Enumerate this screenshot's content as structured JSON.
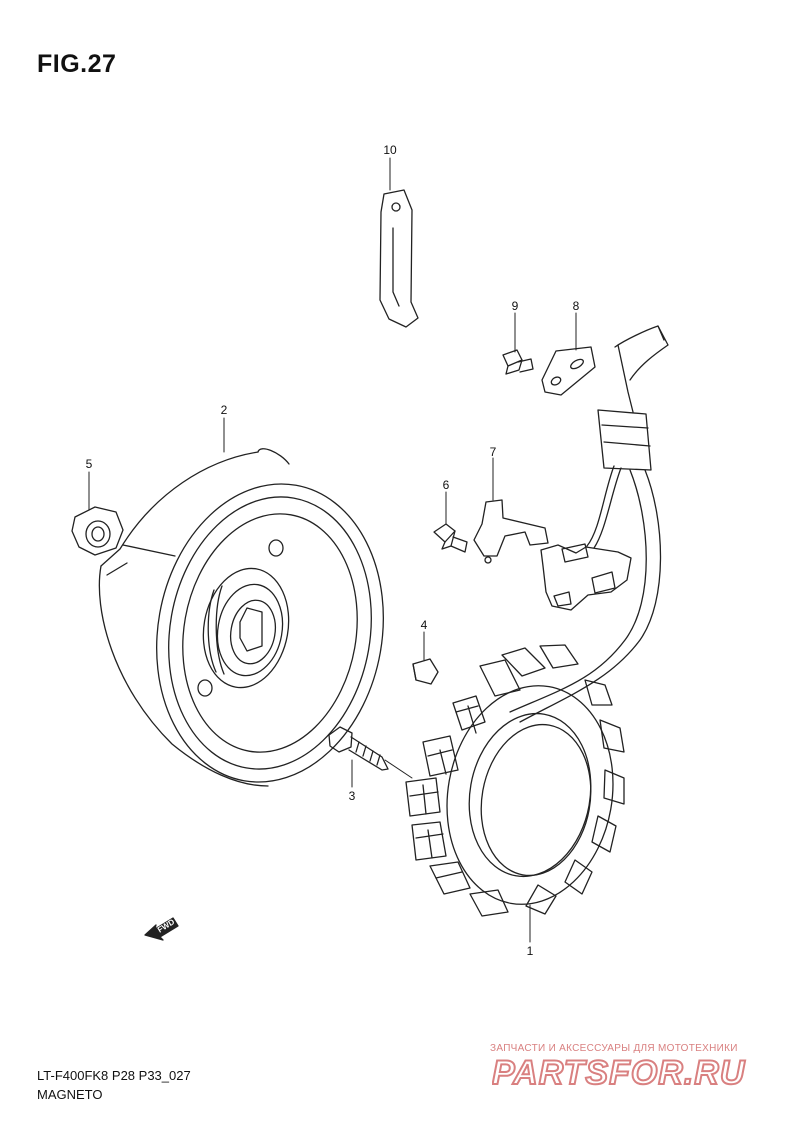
{
  "header": {
    "figure": "FIG.27"
  },
  "callouts": [
    {
      "id": "10",
      "label": "10"
    },
    {
      "id": "9",
      "label": "9"
    },
    {
      "id": "8",
      "label": "8"
    },
    {
      "id": "2",
      "label": "2"
    },
    {
      "id": "5",
      "label": "5"
    },
    {
      "id": "7",
      "label": "7"
    },
    {
      "id": "6",
      "label": "6"
    },
    {
      "id": "4",
      "label": "4"
    },
    {
      "id": "3",
      "label": "3"
    },
    {
      "id": "1",
      "label": "1"
    }
  ],
  "direction_marker": {
    "text": "FWD"
  },
  "footer": {
    "model": "LT-F400FK8 P28 P33_027",
    "section": "MAGNETO"
  },
  "watermark": {
    "tagline": "ЗАПЧАСТИ И АКСЕССУАРЫ ДЛЯ МОТОТЕХНИКИ",
    "logo_text": "PARTSFOR.RU"
  },
  "colors": {
    "line": "#222222",
    "watermark": "#d98080"
  }
}
